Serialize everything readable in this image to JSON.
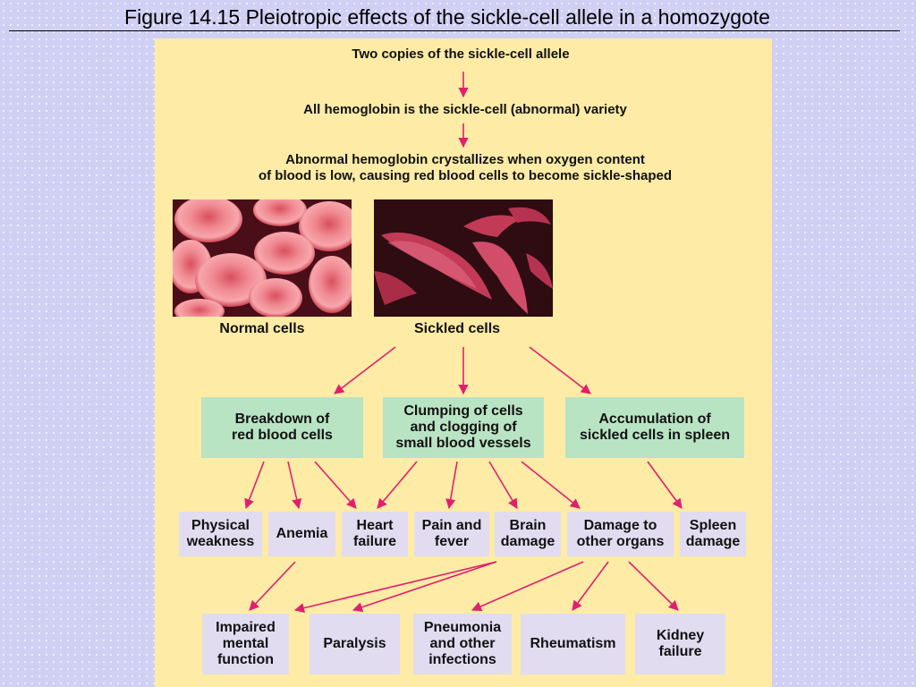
{
  "title": "Figure 14.15  Pleiotropic effects of the sickle-cell allele in a homozygote",
  "colors": {
    "panel": "#fdeba6",
    "green_box": "#b8e4c4",
    "lavender_box": "#e1dcf0",
    "arrow": "#e0206e",
    "slide_background": "#cfd0f4"
  },
  "steps": [
    {
      "line1": "Two copies of the sickle-cell allele"
    },
    {
      "line1": "All hemoglobin is the sickle-cell (abnormal) variety"
    },
    {
      "line1": "Abnormal hemoglobin crystallizes when oxygen content",
      "line2": "of blood is low, causing red blood cells to become sickle-shaped"
    }
  ],
  "photos": {
    "normal": {
      "label": "Normal cells"
    },
    "sickled": {
      "label": "Sickled cells"
    }
  },
  "mechanisms": [
    {
      "lines": [
        "Breakdown of",
        "red blood cells"
      ]
    },
    {
      "lines": [
        "Clumping of cells",
        "and clogging of",
        "small blood vessels"
      ]
    },
    {
      "lines": [
        "Accumulation of",
        "sickled cells in spleen"
      ]
    }
  ],
  "effects": [
    {
      "lines": [
        "Physical",
        "weakness"
      ]
    },
    {
      "lines": [
        "Anemia"
      ]
    },
    {
      "lines": [
        "Heart",
        "failure"
      ]
    },
    {
      "lines": [
        "Pain and",
        "fever"
      ]
    },
    {
      "lines": [
        "Brain",
        "damage"
      ]
    },
    {
      "lines": [
        "Damage to",
        "other organs"
      ]
    },
    {
      "lines": [
        "Spleen",
        "damage"
      ]
    }
  ],
  "outcomes": [
    {
      "lines": [
        "Impaired",
        "mental",
        "function"
      ]
    },
    {
      "lines": [
        "Paralysis"
      ]
    },
    {
      "lines": [
        "Pneumonia",
        "and other",
        "infections"
      ]
    },
    {
      "lines": [
        "Rheumatism"
      ]
    },
    {
      "lines": [
        "Kidney",
        "failure"
      ]
    }
  ]
}
